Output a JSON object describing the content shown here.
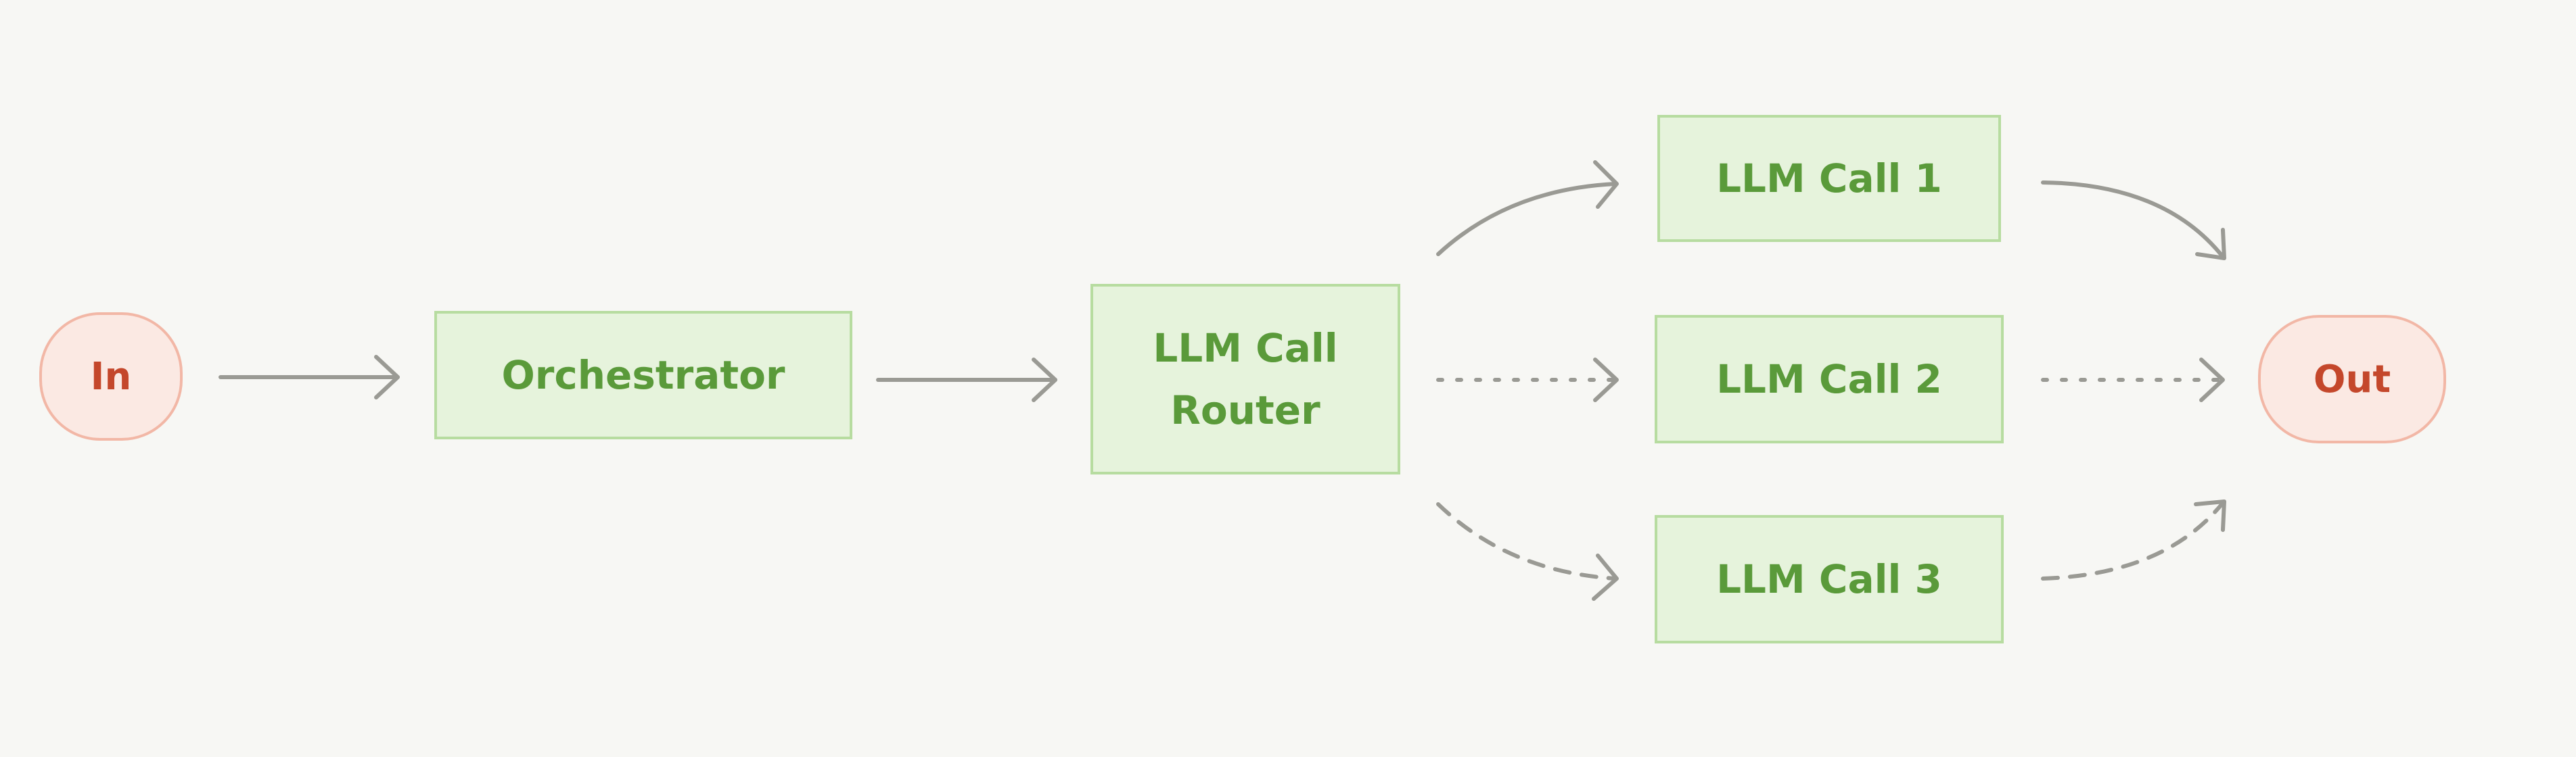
{
  "nodes": {
    "input": {
      "label": "In"
    },
    "orchestrator": {
      "label": "Orchestrator"
    },
    "router": {
      "line1": "LLM Call",
      "line2": "Router"
    },
    "call1": {
      "label": "LLM Call 1"
    },
    "call2": {
      "label": "LLM Call 2"
    },
    "call3": {
      "label": "LLM Call 3"
    },
    "output": {
      "label": "Out"
    }
  },
  "edges": [
    {
      "from": "In",
      "to": "Orchestrator",
      "style": "solid"
    },
    {
      "from": "Orchestrator",
      "to": "LLM Call Router",
      "style": "solid"
    },
    {
      "from": "LLM Call Router",
      "to": "LLM Call 1",
      "style": "solid"
    },
    {
      "from": "LLM Call Router",
      "to": "LLM Call 2",
      "style": "dotted"
    },
    {
      "from": "LLM Call Router",
      "to": "LLM Call 3",
      "style": "dashed"
    },
    {
      "from": "LLM Call 1",
      "to": "Out",
      "style": "solid"
    },
    {
      "from": "LLM Call 2",
      "to": "Out",
      "style": "dotted"
    },
    {
      "from": "LLM Call 3",
      "to": "Out",
      "style": "dashed"
    }
  ],
  "colors": {
    "background": "#f7f7f4",
    "terminal_fill": "#fbe9e3",
    "terminal_border": "#f2b7a6",
    "terminal_text": "#c4472b",
    "box_fill": "#e6f3dc",
    "box_border": "#b7dca0",
    "box_text": "#5a9a3a",
    "arrow": "#9a9a94"
  }
}
